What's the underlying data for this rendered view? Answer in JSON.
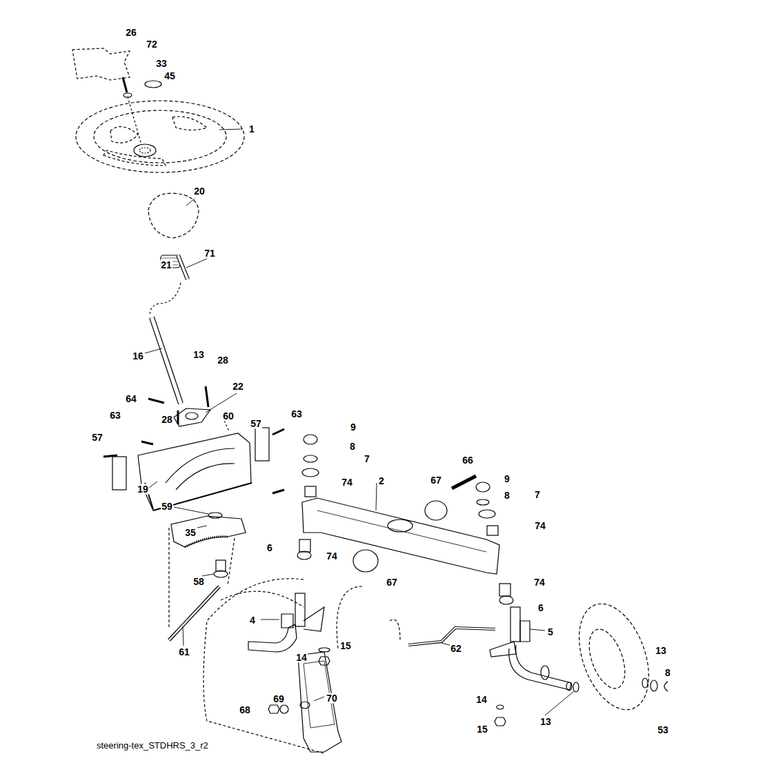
{
  "diagram": {
    "caption": "steering-tex_STDHRS_3_r2",
    "labels": [
      "26",
      "72",
      "33",
      "45",
      "1",
      "20",
      "21",
      "71",
      "16",
      "13",
      "28",
      "64",
      "22",
      "28",
      "60",
      "57",
      "63",
      "63",
      "57",
      "9",
      "8",
      "7",
      "74",
      "66",
      "2",
      "67",
      "9",
      "8",
      "7",
      "74",
      "19",
      "59",
      "35",
      "58",
      "6",
      "74",
      "67",
      "74",
      "6",
      "5",
      "4",
      "61",
      "62",
      "14",
      "15",
      "13",
      "8",
      "14",
      "15",
      "13",
      "53",
      "69",
      "70",
      "68"
    ]
  }
}
